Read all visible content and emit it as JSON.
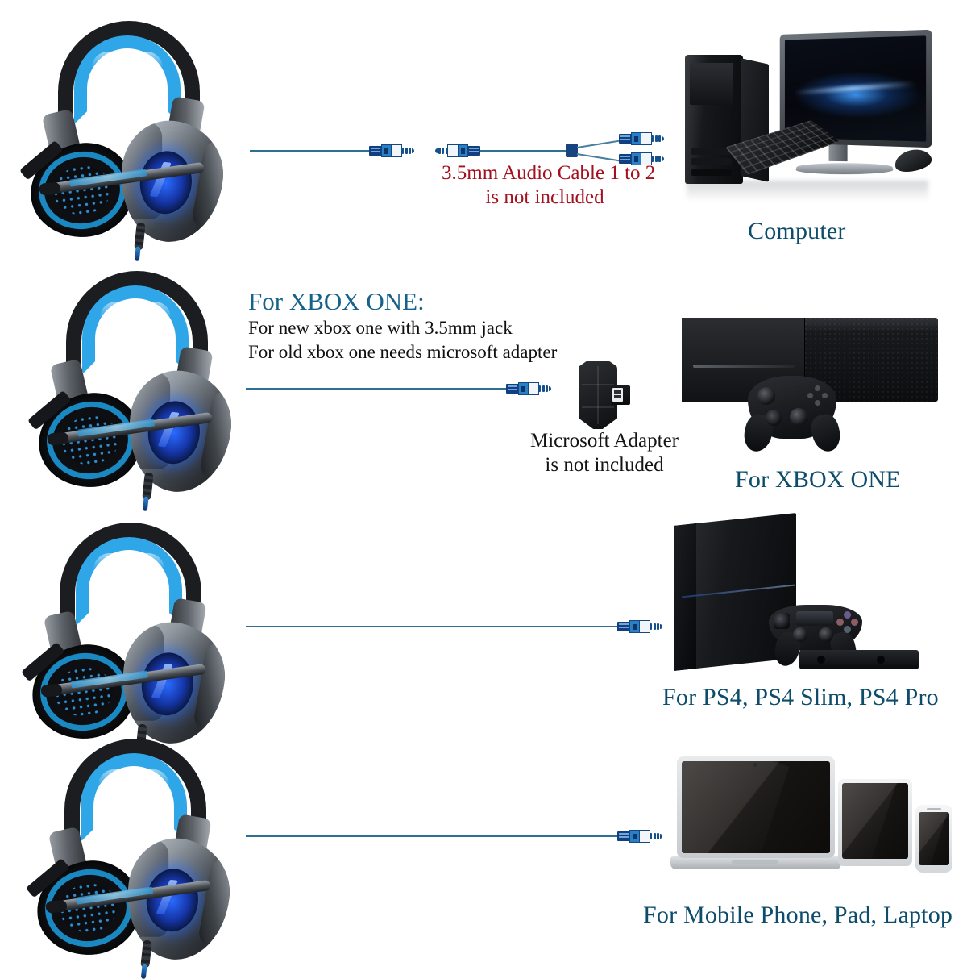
{
  "page": {
    "title": "Gaming Headset Device Compatibility Diagram",
    "background": "#ffffff",
    "accent_blue": "#0d4d6b",
    "heading_blue": "#15638a",
    "warning_red": "#a3111f",
    "cable_blue": "#2f6f93"
  },
  "rows": [
    {
      "id": "computer",
      "headset_name": "gaming-headset",
      "cable_note": {
        "line1": "3.5mm Audio Cable 1 to 2",
        "line2": "is not included",
        "color": "#a3111f"
      },
      "device_label": "Computer",
      "device_icons": [
        "desktop-tower-icon",
        "monitor-icon",
        "keyboard-icon",
        "mouse-icon"
      ]
    },
    {
      "id": "xbox-one",
      "headset_name": "gaming-headset",
      "heading": "For XBOX ONE:",
      "sub_lines": [
        "For new xbox one with 3.5mm jack",
        "For old xbox one needs microsoft adapter"
      ],
      "adapter_note": {
        "line1": "Microsoft Adapter",
        "line2": "is not included",
        "color": "#141414"
      },
      "device_label": "For XBOX ONE",
      "device_icons": [
        "xbox-console-icon",
        "xbox-controller-icon",
        "microsoft-adapter-icon"
      ]
    },
    {
      "id": "ps4",
      "headset_name": "gaming-headset",
      "device_label": "For PS4, PS4 Slim, PS4 Pro",
      "device_icons": [
        "ps4-console-icon",
        "ps4-controller-icon",
        "ps4-camera-icon"
      ]
    },
    {
      "id": "mobile",
      "headset_name": "gaming-headset",
      "device_label": "For Mobile Phone, Pad, Laptop",
      "device_icons": [
        "laptop-icon",
        "tablet-icon",
        "smartphone-icon"
      ]
    }
  ]
}
